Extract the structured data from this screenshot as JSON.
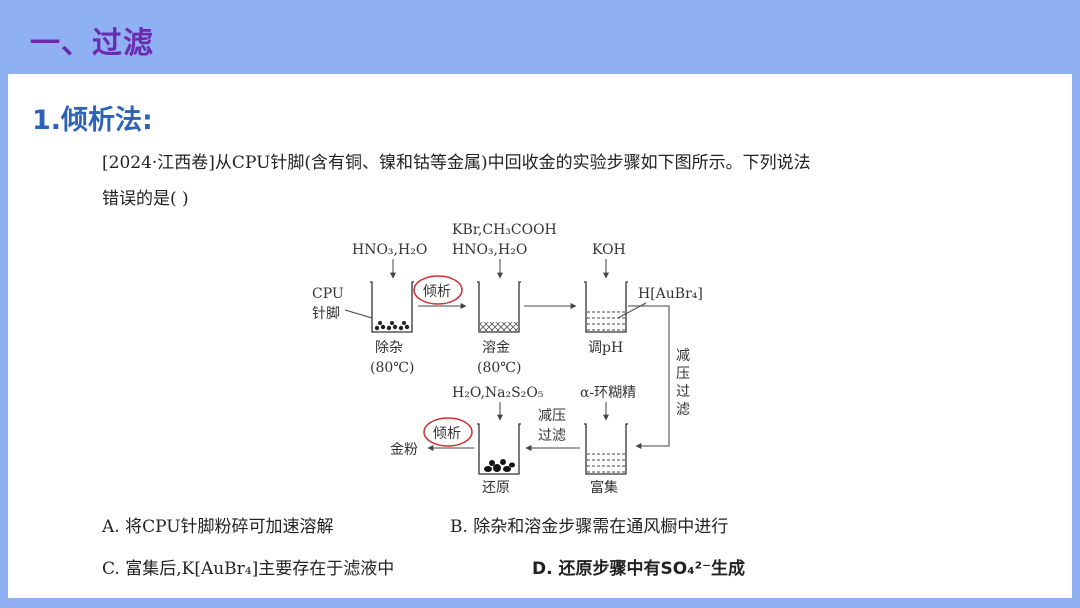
{
  "header": {
    "title": "一、过滤"
  },
  "section": {
    "title": "1.倾析法:"
  },
  "question": {
    "line1": "[2024·江西卷]从CPU针脚(含有铜、镍和钴等金属)中回收金的实验步骤如下图所示。下列说法",
    "line2": "错误的是(    )"
  },
  "diagram": {
    "reagent1": "HNO₃,H₂O",
    "reagent2a": "KBr,CH₃COOH",
    "reagent2b": "HNO₃,H₂O",
    "reagent3": "KOH",
    "input_a": "CPU",
    "input_b": "针脚",
    "decant1": "倾析",
    "decant2": "倾析",
    "step1": "除杂",
    "step1_temp": "(80℃)",
    "step2": "溶金",
    "step2_temp": "(80℃)",
    "step3": "调pH",
    "product": "H[AuBr₄]",
    "vf_vertical": [
      "减",
      "压",
      "过",
      "滤"
    ],
    "reagent4": "α-环糊精",
    "reagent5": "H₂O,Na₂S₂O₅",
    "vf2_a": "减压",
    "vf2_b": "过滤",
    "step4": "富集",
    "step5": "还原",
    "output": "金粉"
  },
  "options": {
    "a": "A. 将CPU针脚粉碎可加速溶解",
    "b": "B. 除杂和溶金步骤需在通风橱中进行",
    "c": "C. 富集后,K[AuBr₄]主要存在于滤液中",
    "d": "D. 还原步骤中有SO₄²⁻生成"
  },
  "colors": {
    "header": "#8fb0f2",
    "title": "#6b2bb0",
    "subtitle": "#2d62b8",
    "circle": "#d23030"
  }
}
